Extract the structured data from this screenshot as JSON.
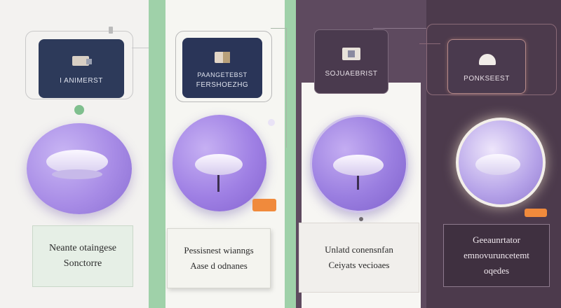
{
  "panels": [
    {
      "card_label": "I ANIMERST",
      "box_lines": [
        "Neante otaingese",
        "Sonctorre"
      ],
      "icon": "device-icon",
      "colors": {
        "card": "#2d3a5a",
        "sphere": "#a88ce6",
        "panel": "#f3f2f0"
      }
    },
    {
      "card_label": "PAANGETEBST",
      "card_sublabel": "FERSHOEZHG",
      "box_lines": [
        "Pessisnest wianngs",
        "Aase d odnanes"
      ],
      "icon": "folder-icon",
      "colors": {
        "card": "#2a3558",
        "sphere": "#9f80e4",
        "panel": "#9fd1a9"
      }
    },
    {
      "card_label": "SOJUAEBRIST",
      "box_lines": [
        "Unlatd conensnfan",
        "Ceiyats vecioaes"
      ],
      "icon": "monitor-icon",
      "colors": {
        "card": "#4a3a4e",
        "sphere": "#9a7ee0",
        "panel": "#5e4a5f"
      }
    },
    {
      "card_label": "PONKSEEST",
      "box_lines": [
        "Geeaunrtator",
        "emnovuruncetemt",
        "oqedes"
      ],
      "icon": "dome-icon",
      "colors": {
        "card": "#4a3a4e",
        "sphere": "#b5a2e8",
        "panel": "#4c3a4c"
      }
    }
  ]
}
